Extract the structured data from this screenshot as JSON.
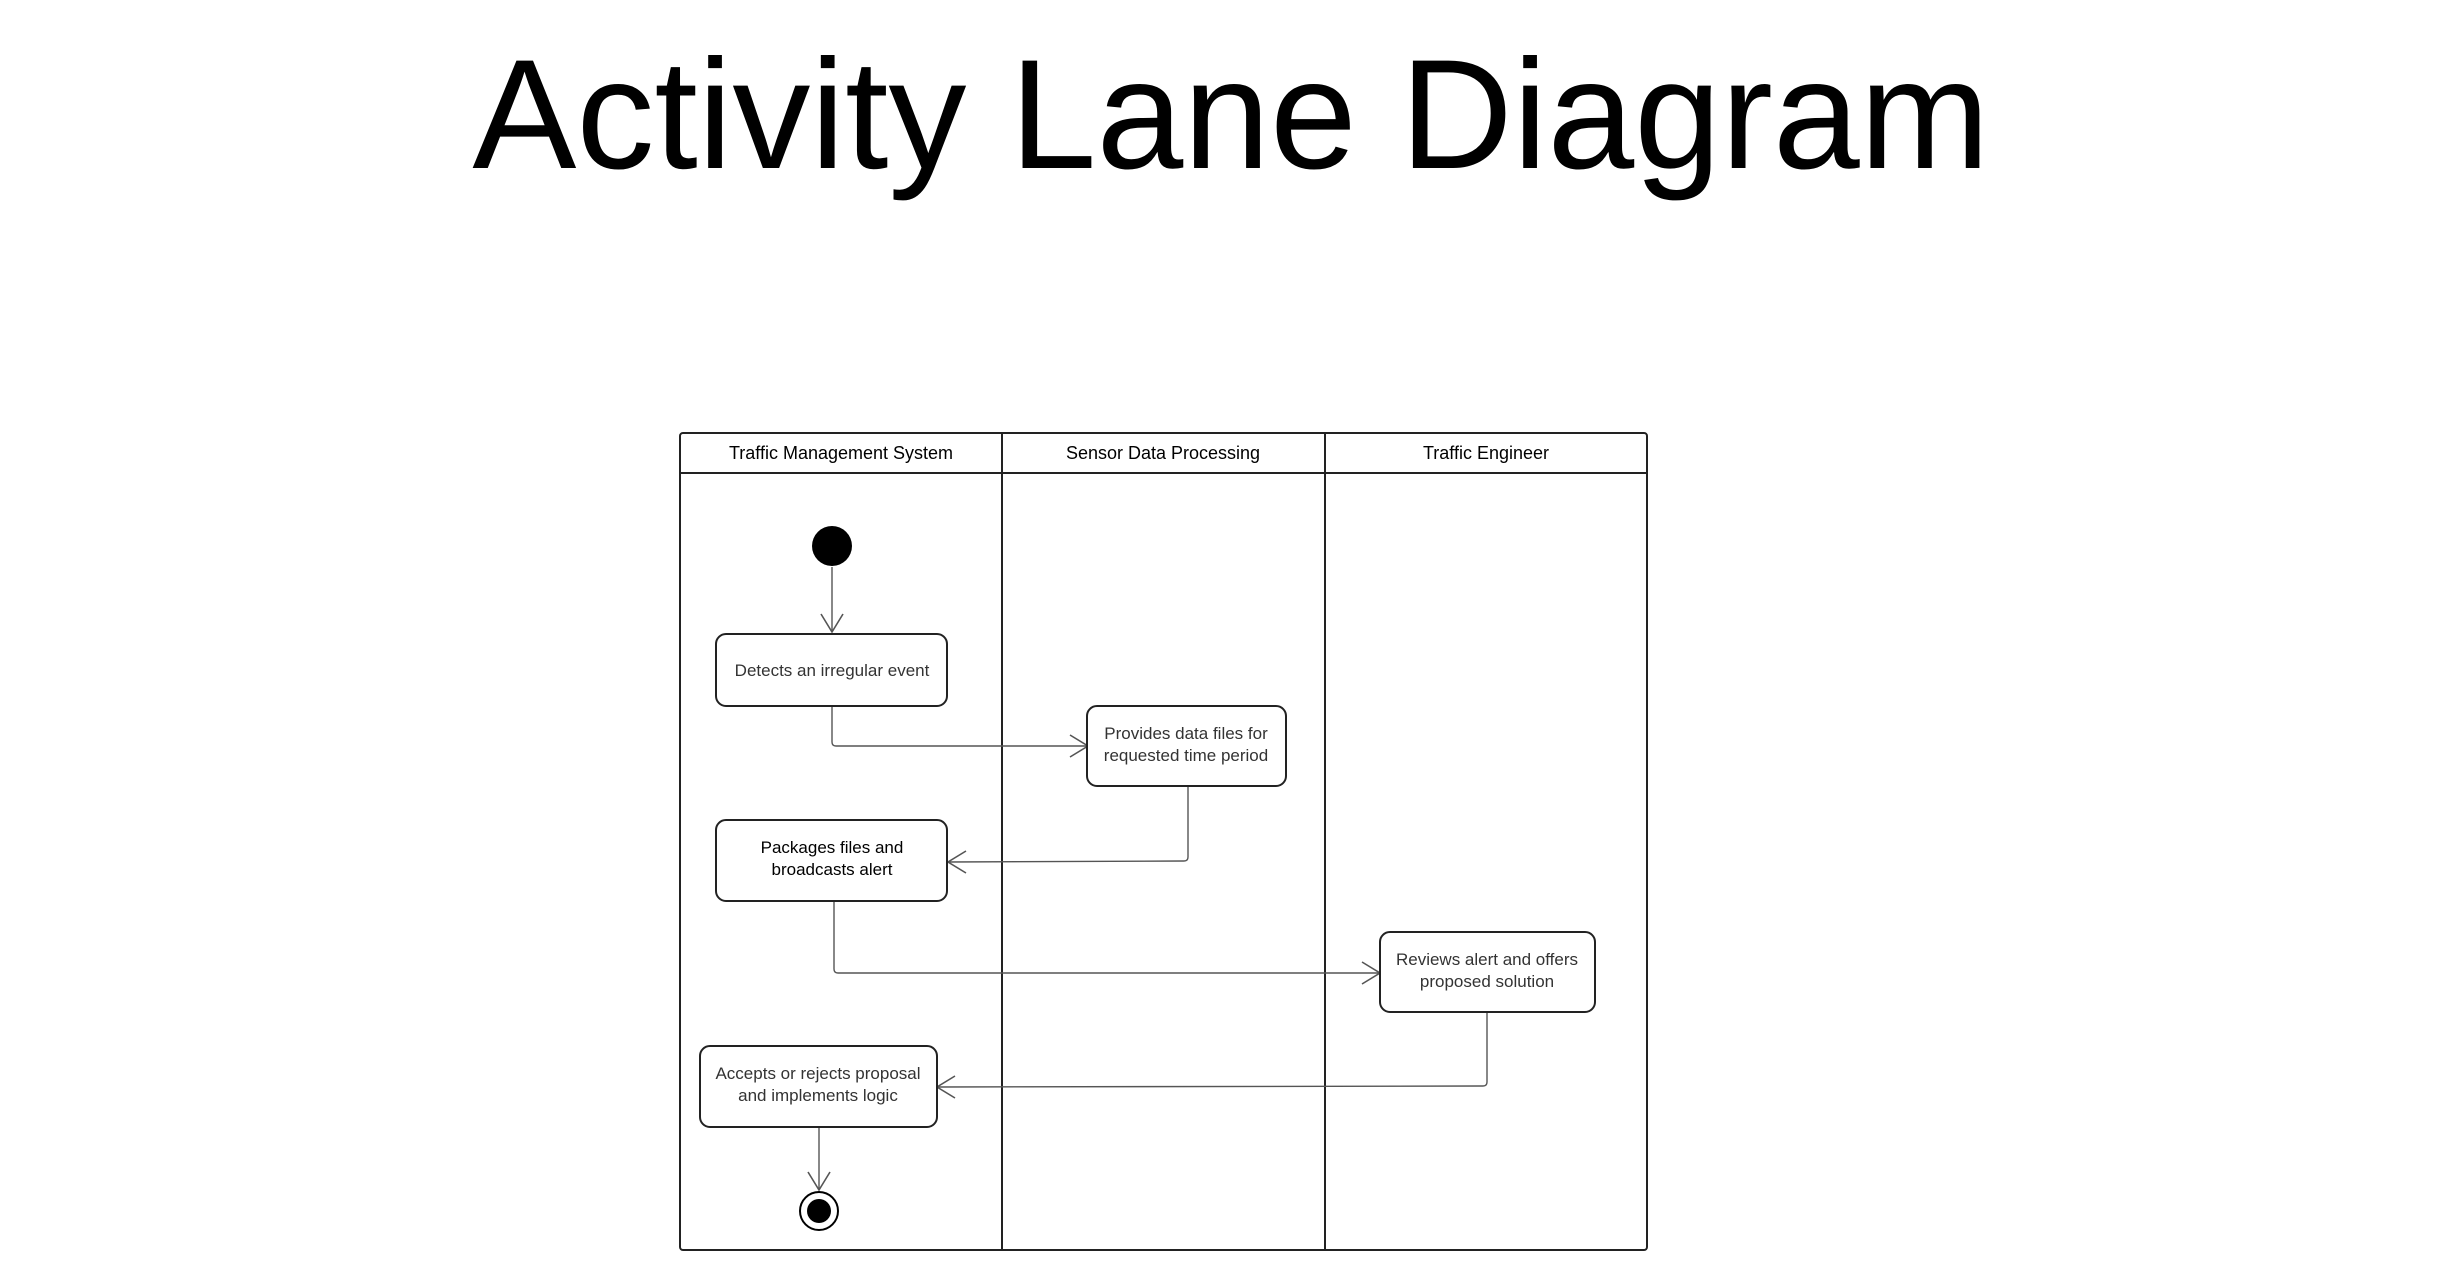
{
  "title": "Activity Lane Diagram",
  "lanes": [
    {
      "label": "Traffic Management System"
    },
    {
      "label": "Sensor Data Processing"
    },
    {
      "label": "Traffic Engineer"
    }
  ],
  "actions": {
    "detect": {
      "lines": [
        "Detects an irregular event"
      ]
    },
    "provide": {
      "lines": [
        "Provides data files for",
        "requested time period"
      ]
    },
    "package": {
      "lines": [
        "Packages files and",
        "broadcasts alert"
      ]
    },
    "review": {
      "lines": [
        "Reviews alert and offers",
        "proposed solution"
      ]
    },
    "accept": {
      "lines": [
        "Accepts or rejects proposal",
        "and implements logic"
      ]
    }
  },
  "nodes": {
    "start": "initial-node",
    "end": "final-node"
  },
  "colors": {
    "line": "#222222",
    "flow": "#555555",
    "text": "#333333",
    "background": "#ffffff"
  }
}
